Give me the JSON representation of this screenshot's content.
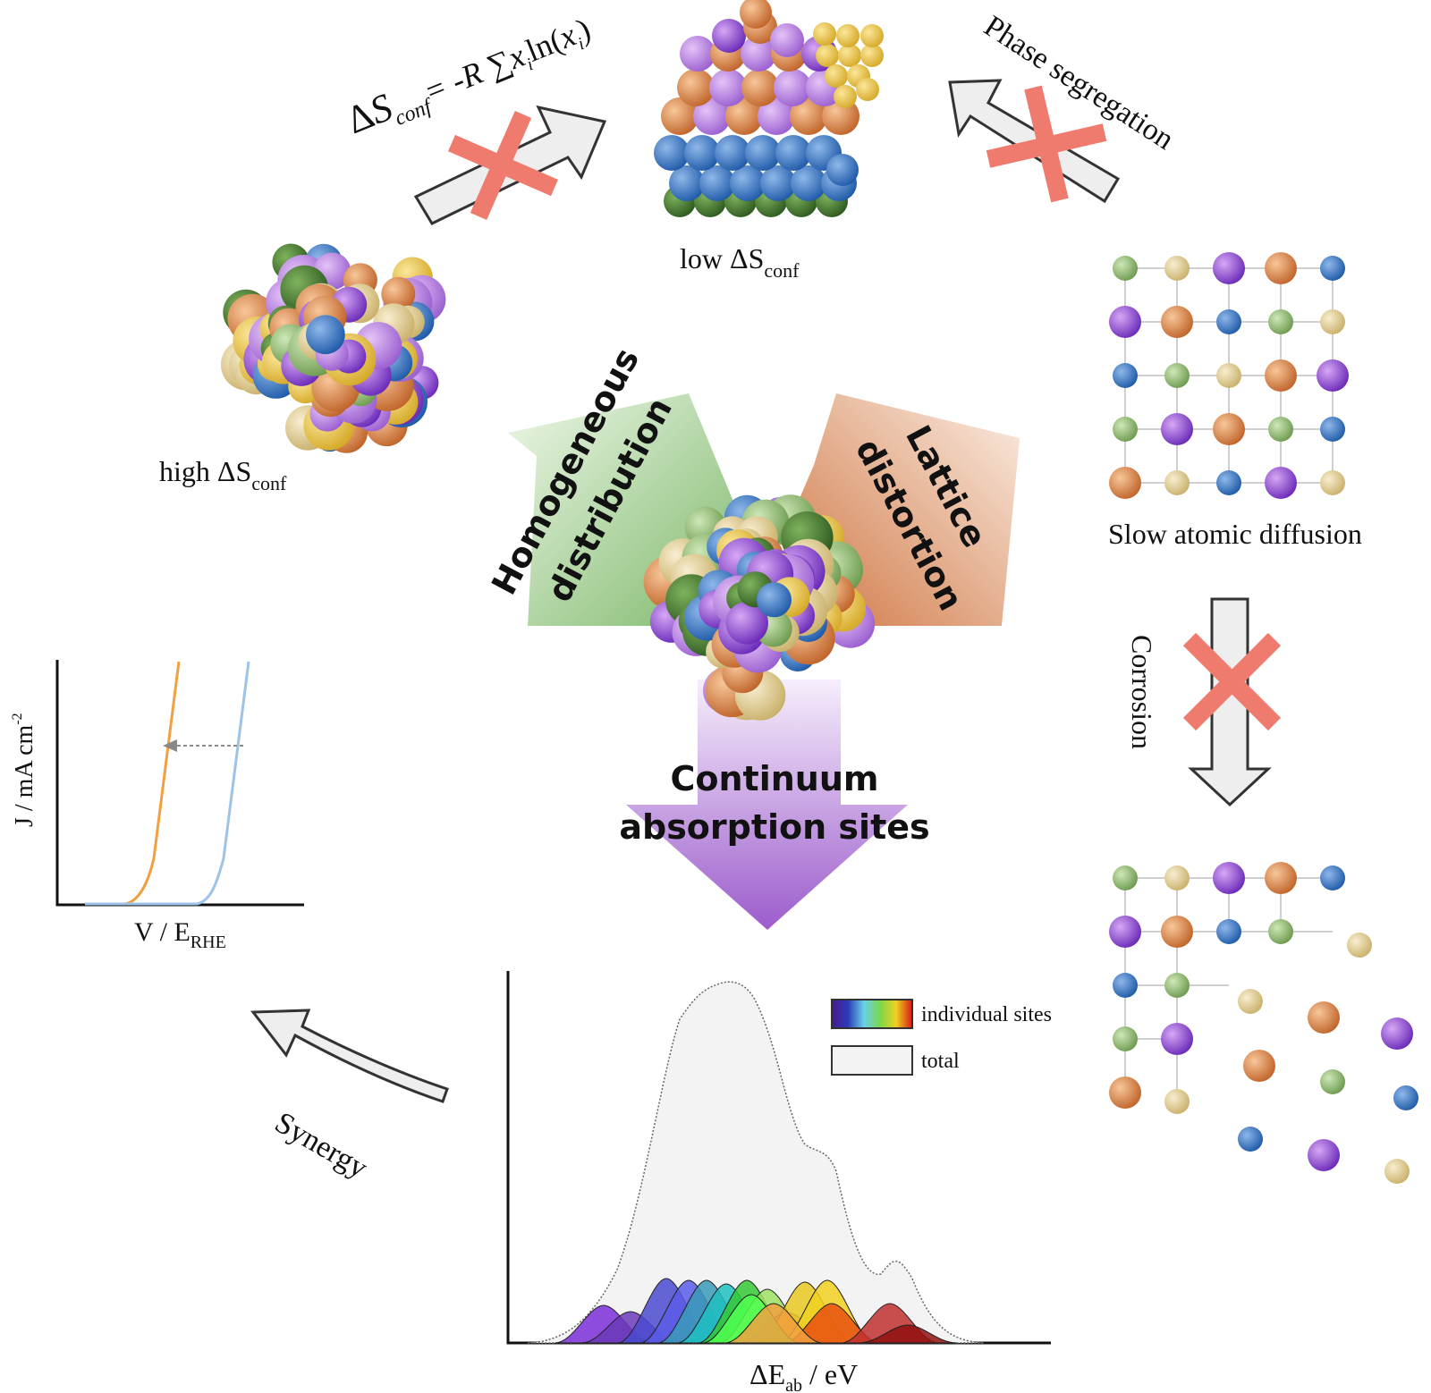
{
  "labels": {
    "entropy_formula": {
      "delta": "Δ",
      "s": "S",
      "conf_sub": "conf",
      "rest": "= -R ∑",
      "x": "x",
      "i": "i",
      "ln": "ln(",
      "xi": "x",
      "close": ")"
    },
    "low_entropy": {
      "main": "low ΔS",
      "sub": "conf"
    },
    "high_entropy": {
      "main": "high ΔS",
      "sub": "conf"
    },
    "phase_segregation": "Phase segregation",
    "slow_diffusion": "Slow atomic diffusion",
    "corrosion": "Corrosion",
    "homogeneous_1": "Homogeneous",
    "homogeneous_2": "distribution",
    "lattice_1": "Lattice",
    "lattice_2": "distortion",
    "continuum_1": "Continuum",
    "continuum_2": "absorption sites",
    "synergy": "Synergy",
    "polarization_ylabel": "J / mA cm",
    "polarization_ylabel_sup": "-2",
    "polarization_xlabel_main": "V / E",
    "polarization_xlabel_sub": "RHE",
    "dos_xlabel_main": "ΔE",
    "dos_xlabel_sub": "ab",
    "dos_xlabel_unit": " / eV",
    "legend_individual": "individual sites",
    "legend_total": "total"
  },
  "colors": {
    "cross": "#ef7b6e",
    "orange_curve": "#f0a040",
    "blue_curve": "#9ec3e6",
    "green_arrow": "#8fc77e",
    "orange_arrow": "#d98a5a",
    "purple_arrow": "#b07ed0"
  },
  "element_palette": [
    "#8a3fd6",
    "#e08a2a",
    "#4a7fc0",
    "#dcc47a",
    "#9cc27e",
    "#e39a6a",
    "#6a3aa0",
    "#2f6fb8",
    "#4e8a3a",
    "#c36a2a"
  ]
}
